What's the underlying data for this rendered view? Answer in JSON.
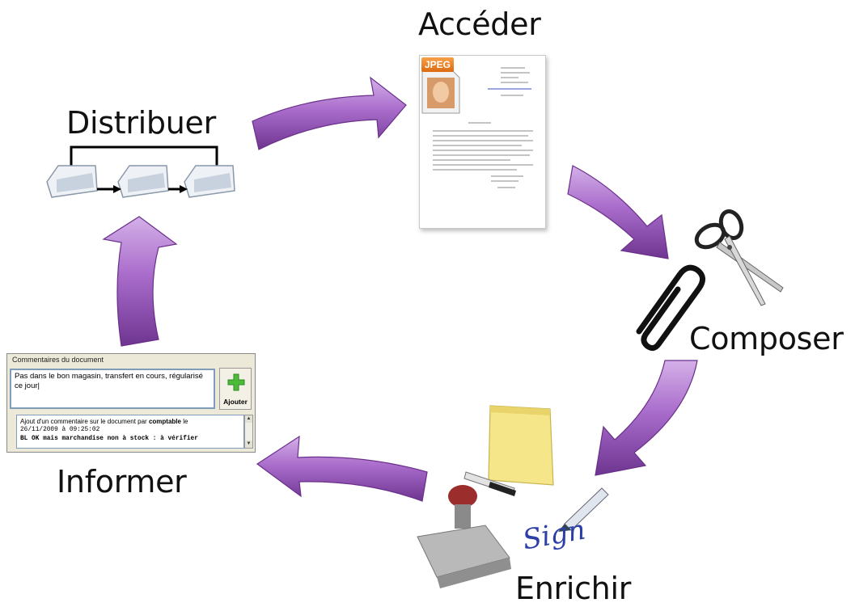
{
  "stages": {
    "acceder": "Accéder",
    "distribuer": "Distribuer",
    "composer": "Composer",
    "enrichir": "Enrichir",
    "informer": "Informer"
  },
  "document": {
    "badge": "JPEG"
  },
  "stamp": {
    "signature_text": "Sign"
  },
  "comments_panel": {
    "title": "Commentaires du document",
    "input_value": "Pas dans le bon magasin, transfert en cours, régularisé ce jour|",
    "add_button_label": "Ajouter",
    "log": {
      "line1_prefix": "Ajout d'un commentaire sur le document par ",
      "line1_user": "comptable",
      "line1_suffix": " le",
      "line2": "26/11/2009 à 09:25:02",
      "line3": "BL OK mais marchandise non à stock : à vérifier"
    }
  },
  "colors": {
    "arrow_main": "#b07ad0",
    "arrow_dark": "#7a3f9a",
    "arrow_light": "#d7b4ea"
  }
}
